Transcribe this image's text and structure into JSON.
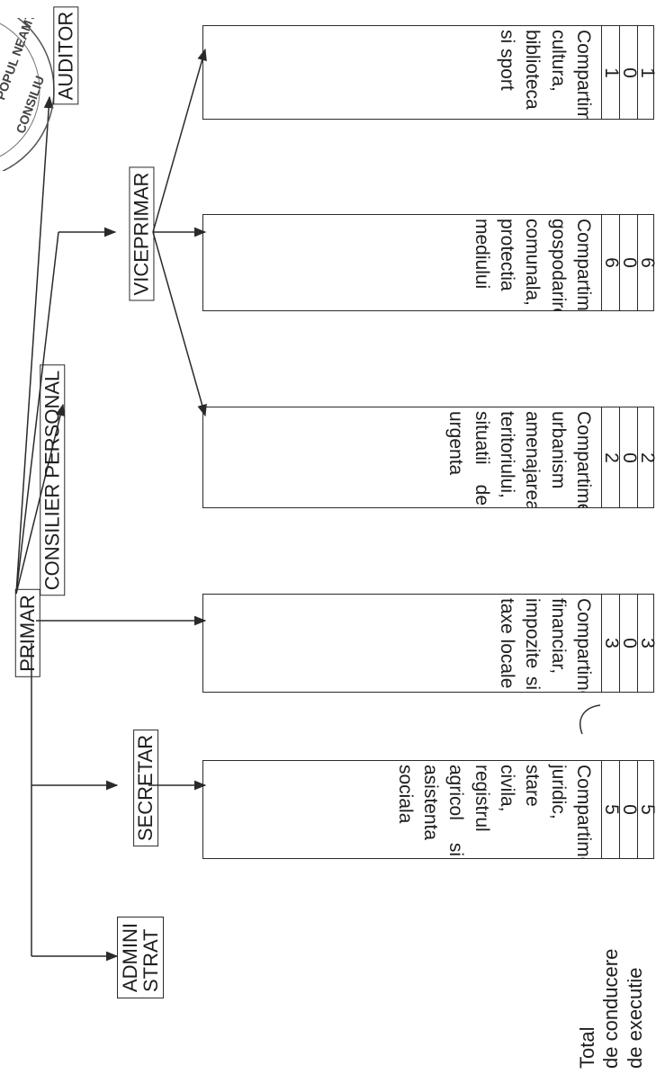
{
  "roles": {
    "auditor": "AUDITOR",
    "viceprimar": "VICEPRIMAR",
    "consilier": "CONSILIER PERSONAL",
    "primar": "PRIMAR",
    "secretar": "SECRETAR",
    "admin_line1": "ADMINI",
    "admin_line2": "STRAT"
  },
  "seal_text": "POPUL NEAMT CONSILIU",
  "departments": [
    {
      "name": "Compartiment cultura, biblioteca si sport",
      "total": "1",
      "conducere": "0",
      "executie": "1"
    },
    {
      "name": "Compartiment gospodarire comunala, protectia mediului",
      "total": "6",
      "conducere": "0",
      "executie": "6"
    },
    {
      "name": "Compartiment urbanism amenajarea teritoriului, situatii de urgenta",
      "total": "2",
      "conducere": "0",
      "executie": "2"
    },
    {
      "name": "Compartiment financiar, impozite si taxe locale",
      "total": "3",
      "conducere": "0",
      "executie": "3"
    },
    {
      "name": "Compartiment juridic, stare civila, registrul agricol si asistenta sociala",
      "total": "5",
      "conducere": "0",
      "executie": "5"
    }
  ],
  "legend": {
    "total": "Total",
    "conducere": "de conducere",
    "executie": "de executie"
  }
}
